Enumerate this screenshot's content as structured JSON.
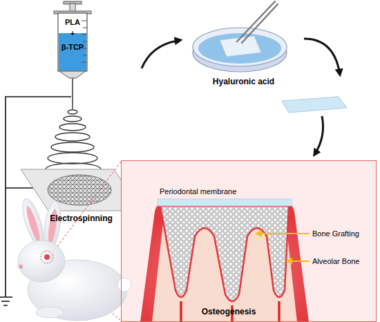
{
  "diagram": {
    "nodes": [
      {
        "text": [
          "Electrospinning"
        ]
      },
      {
        "text": [
          "Hyaluronic acid"
        ]
      },
      {
        "text": [
          "Periodontal membrane",
          "Bone Grafting",
          "Alveolar Bone",
          "Osteogenesis"
        ]
      }
    ],
    "edges": [
      {
        "from": 0,
        "to": 1,
        "arrow": "to"
      }
    ],
    "labels": [
      "PLA",
      "+",
      "β-TCP"
    ]
  }
}
